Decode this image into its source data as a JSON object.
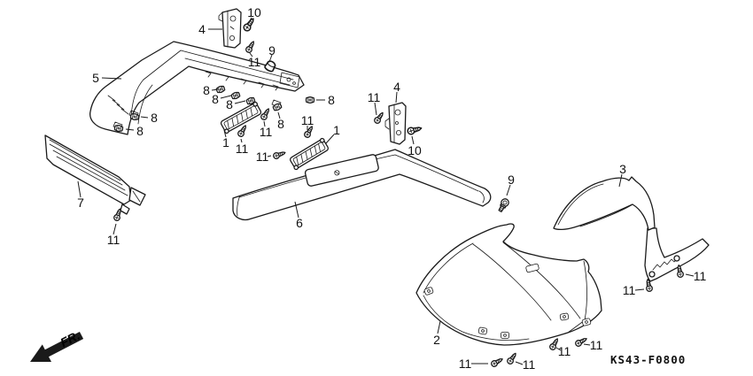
{
  "diagram": {
    "code": "KS43-F0800",
    "fr_label": "FR.",
    "ink_color": "#1a1a1a",
    "paper_color": "#ffffff"
  },
  "callouts": [
    {
      "label": "10"
    },
    {
      "label": "4"
    },
    {
      "label": "9"
    },
    {
      "label": "11"
    },
    {
      "label": "5"
    },
    {
      "label": "8"
    },
    {
      "label": "8"
    },
    {
      "label": "8"
    },
    {
      "label": "8"
    },
    {
      "label": "8"
    },
    {
      "label": "8"
    },
    {
      "label": "8"
    },
    {
      "label": "11"
    },
    {
      "label": "4"
    },
    {
      "label": "10"
    },
    {
      "label": "11"
    },
    {
      "label": "1"
    },
    {
      "label": "11"
    },
    {
      "label": "11"
    },
    {
      "label": "11"
    },
    {
      "label": "1"
    },
    {
      "label": "9"
    },
    {
      "label": "3"
    },
    {
      "label": "7"
    },
    {
      "label": "6"
    },
    {
      "label": "11"
    },
    {
      "label": "2"
    },
    {
      "label": "11"
    },
    {
      "label": "11"
    },
    {
      "label": "11"
    },
    {
      "label": "11"
    },
    {
      "label": "11"
    },
    {
      "label": "11"
    }
  ]
}
